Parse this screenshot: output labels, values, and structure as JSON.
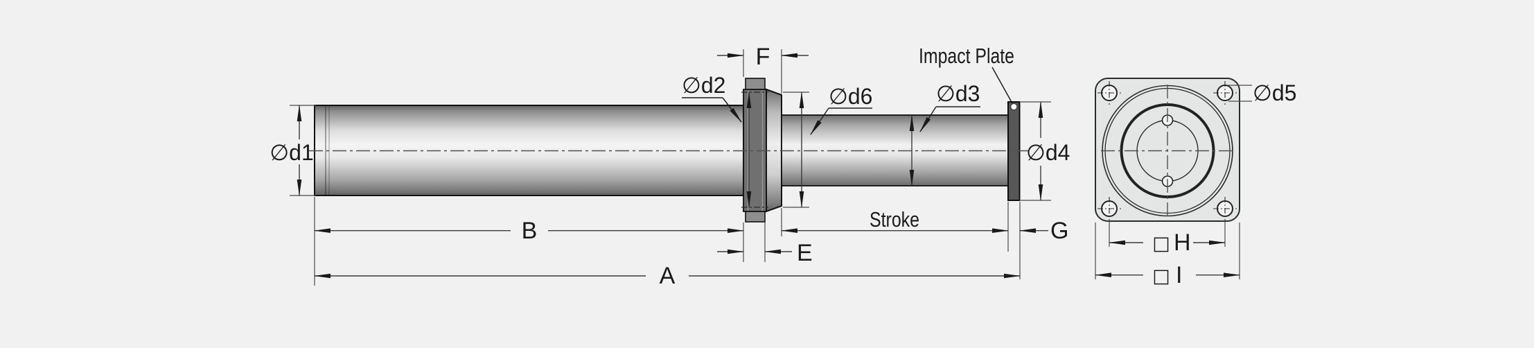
{
  "drawing": {
    "title": "cylinder-with-front-flange-technical-drawing",
    "labels": {
      "dia_d1": "∅d1",
      "dia_d2": "∅d2",
      "dia_d3": "∅d3",
      "dia_d4": "∅d4",
      "dia_d5": "∅d5",
      "dia_d6": "∅d6",
      "dim_a": "A",
      "dim_b": "B",
      "dim_e": "E",
      "dim_f": "F",
      "dim_g": "G",
      "dim_h": "H",
      "dim_i": "I",
      "square_symbol_h": "□",
      "square_symbol_i": "□",
      "stroke": "Stroke",
      "impact_plate": "Impact Plate"
    },
    "colors": {
      "background": "#f0f1f0",
      "line": "#1a1a1a",
      "metal_dark": "#6e6e6e",
      "metal_light": "#f3f3f3",
      "flange_fill": "#707070",
      "flange_tab_fill": "#8e8e8e",
      "impact_plate_fill": "#575757",
      "front_plate_fill": "#e4e6e5"
    }
  }
}
